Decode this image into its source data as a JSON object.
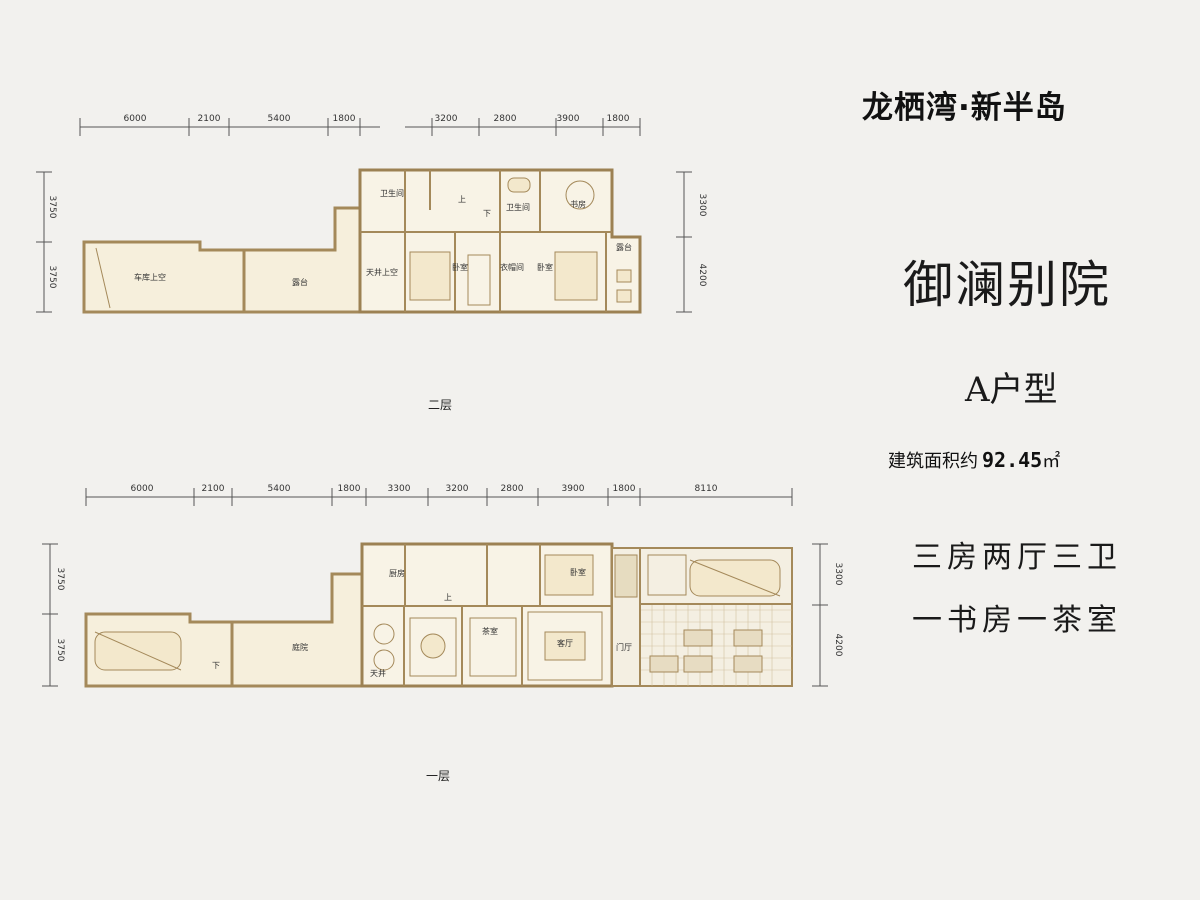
{
  "brand": "龙栖湾·新半岛",
  "project_name": "御澜别院",
  "unit_type": "A户型",
  "area": {
    "label": "建筑面积约",
    "value": "92.45",
    "unit": "㎡"
  },
  "features": [
    "三房两厅三卫",
    "一书房一茶室"
  ],
  "upper_floor": {
    "label": "二层",
    "dims_top": [
      "6000",
      "2100",
      "5400",
      "1800",
      "3200",
      "2800",
      "3900",
      "1800"
    ],
    "dims_left": [
      "3750",
      "3750"
    ],
    "dims_right": [
      "3300",
      "4200"
    ],
    "rooms": [
      "车库上空",
      "露台",
      "天井上空",
      "卫生间",
      "卫生间",
      "书房",
      "卧室",
      "衣帽间",
      "卧室",
      "露台",
      "上",
      "下"
    ]
  },
  "ground_floor": {
    "label": "一层",
    "dims_top": [
      "6000",
      "2100",
      "5400",
      "1800",
      "3300",
      "3200",
      "2800",
      "3900",
      "1800",
      "8110"
    ],
    "dims_left": [
      "3750",
      "3750"
    ],
    "dims_right": [
      "3300",
      "4200"
    ],
    "rooms": [
      "下",
      "庭院",
      "天井",
      "厨房",
      "茶室",
      "客厅",
      "卧室",
      "门厅",
      "上"
    ]
  },
  "colors": {
    "wall": "#a4895a",
    "wall_fill": "#f6efdc",
    "line": "#b49a6c",
    "background": "#f2f1ee"
  }
}
